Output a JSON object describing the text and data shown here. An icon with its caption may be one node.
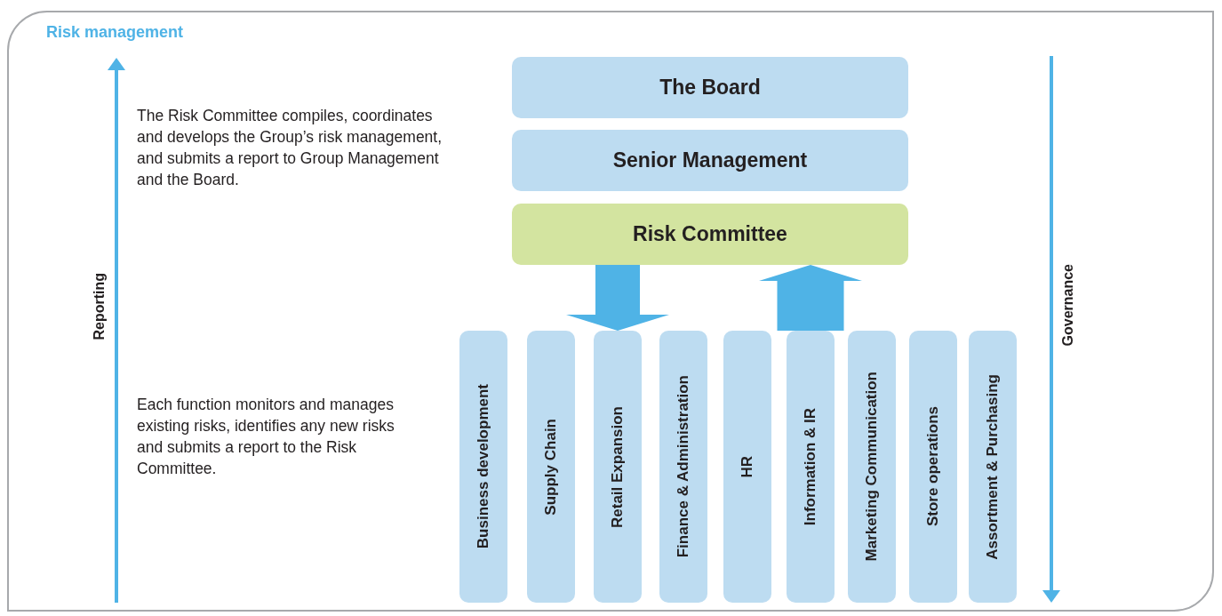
{
  "diagram": {
    "title": "Risk management",
    "nodes": [
      {
        "text": [
          "The Board"
        ]
      },
      {
        "text": [
          "Senior Management"
        ]
      },
      {
        "text": [
          "Risk Committee"
        ]
      },
      {
        "text": [
          "Business development"
        ]
      },
      {
        "text": [
          "Supply Chain"
        ]
      },
      {
        "text": [
          "Retail Expansion"
        ]
      },
      {
        "text": [
          "Finance & Administration"
        ]
      },
      {
        "text": [
          "HR"
        ]
      },
      {
        "text": [
          "Information & IR"
        ]
      },
      {
        "text": [
          "Marketing Communication"
        ]
      },
      {
        "text": [
          "Store operations"
        ]
      },
      {
        "text": [
          "Assortment & Purchasing"
        ]
      }
    ],
    "edges": [
      {
        "from": 2,
        "to": 5,
        "arrow": "to"
      },
      {
        "from": 8,
        "to": 2,
        "arrow": "to"
      }
    ],
    "labels": [
      "The Risk Committee compiles, coordinates and develops the Group’s risk management, and submits a report to Group Management and the Board.",
      "Reporting",
      "Each function monitors and manages existing risks, identifies any new risks and submits a report to the Risk Committee.",
      "Governance"
    ]
  }
}
